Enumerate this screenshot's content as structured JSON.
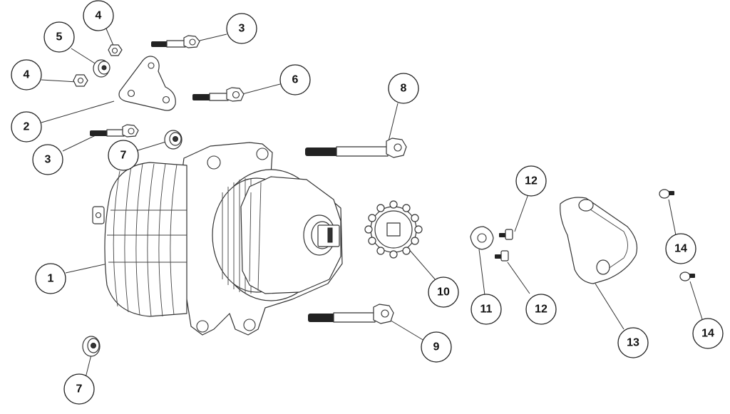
{
  "diagram": {
    "callouts": [
      {
        "id": "c4a",
        "label": "4"
      },
      {
        "id": "c5",
        "label": "5"
      },
      {
        "id": "c4b",
        "label": "4"
      },
      {
        "id": "c3a",
        "label": "3"
      },
      {
        "id": "c2",
        "label": "2"
      },
      {
        "id": "c6",
        "label": "6"
      },
      {
        "id": "c3b",
        "label": "3"
      },
      {
        "id": "c7a",
        "label": "7"
      },
      {
        "id": "c8",
        "label": "8"
      },
      {
        "id": "c1",
        "label": "1"
      },
      {
        "id": "c7b",
        "label": "7"
      },
      {
        "id": "c9",
        "label": "9"
      },
      {
        "id": "c10",
        "label": "10"
      },
      {
        "id": "c11",
        "label": "11"
      },
      {
        "id": "c12a",
        "label": "12"
      },
      {
        "id": "c12b",
        "label": "12"
      },
      {
        "id": "c13",
        "label": "13"
      },
      {
        "id": "c14a",
        "label": "14"
      },
      {
        "id": "c14b",
        "label": "14"
      }
    ]
  }
}
